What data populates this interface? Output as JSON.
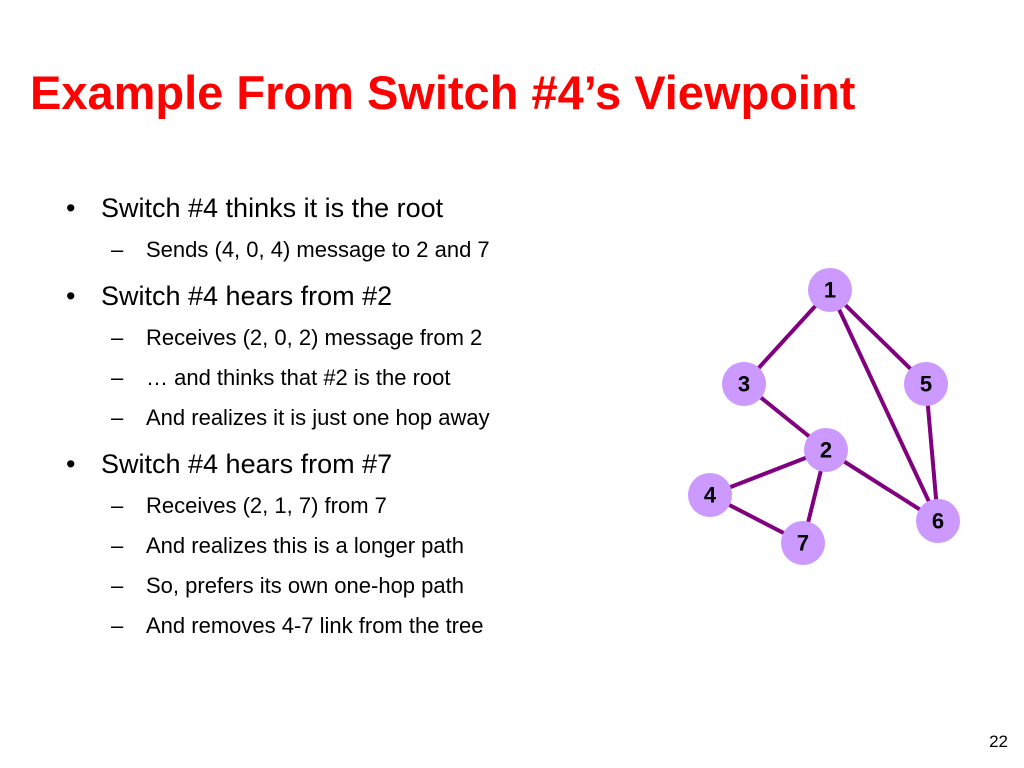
{
  "slide": {
    "title": "Example From Switch #4’s Viewpoint",
    "page_number": "22",
    "bullet_glyph": "•",
    "dash_glyph": "–",
    "title_color": "#ff0000",
    "edge_color": "#800080",
    "node_fill": "#cc99ff"
  },
  "bullets": [
    {
      "text": "Switch #4 thinks it is the root",
      "subs": [
        "Sends (4, 0, 4) message to 2 and 7"
      ]
    },
    {
      "text": "Switch #4 hears from #2",
      "subs": [
        "Receives (2, 0, 2) message from 2",
        "… and thinks that #2 is the root",
        "And realizes it is just one hop away"
      ]
    },
    {
      "text": "Switch #4 hears from #7",
      "subs": [
        "Receives (2, 1, 7) from 7",
        "And realizes this is a longer path",
        "So, prefers its own one-hop path",
        "And removes 4-7 link from the tree"
      ]
    }
  ],
  "graph": {
    "nodes": [
      {
        "id": "1",
        "label": "1"
      },
      {
        "id": "2",
        "label": "2"
      },
      {
        "id": "3",
        "label": "3"
      },
      {
        "id": "4",
        "label": "4"
      },
      {
        "id": "5",
        "label": "5"
      },
      {
        "id": "6",
        "label": "6"
      },
      {
        "id": "7",
        "label": "7"
      }
    ],
    "edges": [
      [
        "1",
        "3"
      ],
      [
        "1",
        "5"
      ],
      [
        "1",
        "6"
      ],
      [
        "3",
        "2"
      ],
      [
        "2",
        "4"
      ],
      [
        "2",
        "7"
      ],
      [
        "2",
        "6"
      ],
      [
        "4",
        "7"
      ],
      [
        "5",
        "6"
      ]
    ]
  }
}
